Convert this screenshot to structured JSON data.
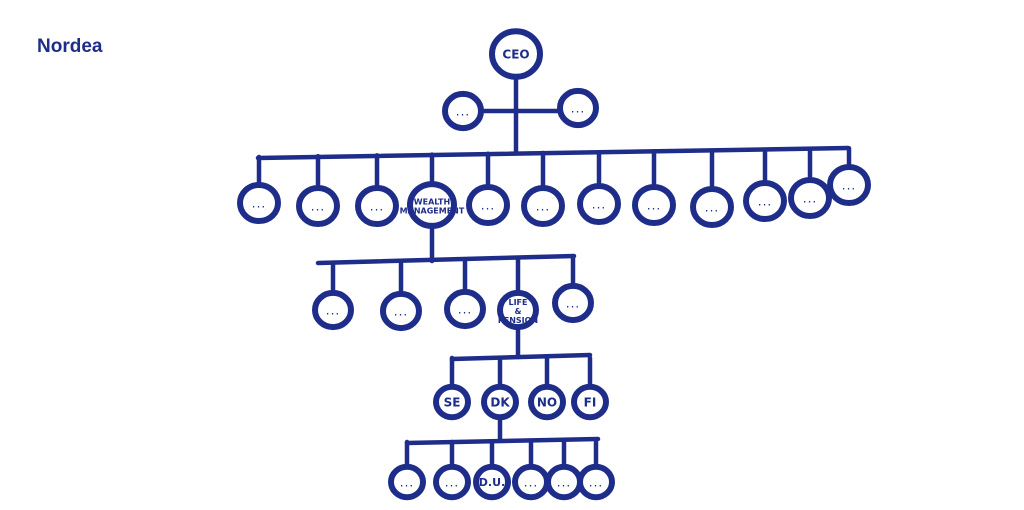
{
  "header": {
    "brand": "Nordea"
  },
  "accent_color": "#1f2d8a",
  "org_chart": {
    "root": "CEO",
    "top_assistants": [
      "...",
      "..."
    ],
    "level1": [
      "...",
      "...",
      "...",
      "WEALTH MANAGEMENT",
      "...",
      "...",
      "...",
      "...",
      "...",
      "...",
      "...",
      "..."
    ],
    "level2": [
      "...",
      "...",
      "...",
      "LIFE & PENSION",
      "..."
    ],
    "level3": [
      "SE",
      "DK",
      "NO",
      "FI"
    ],
    "level4": [
      "...",
      "...",
      "D.U.",
      "...",
      "...",
      "..."
    ]
  }
}
